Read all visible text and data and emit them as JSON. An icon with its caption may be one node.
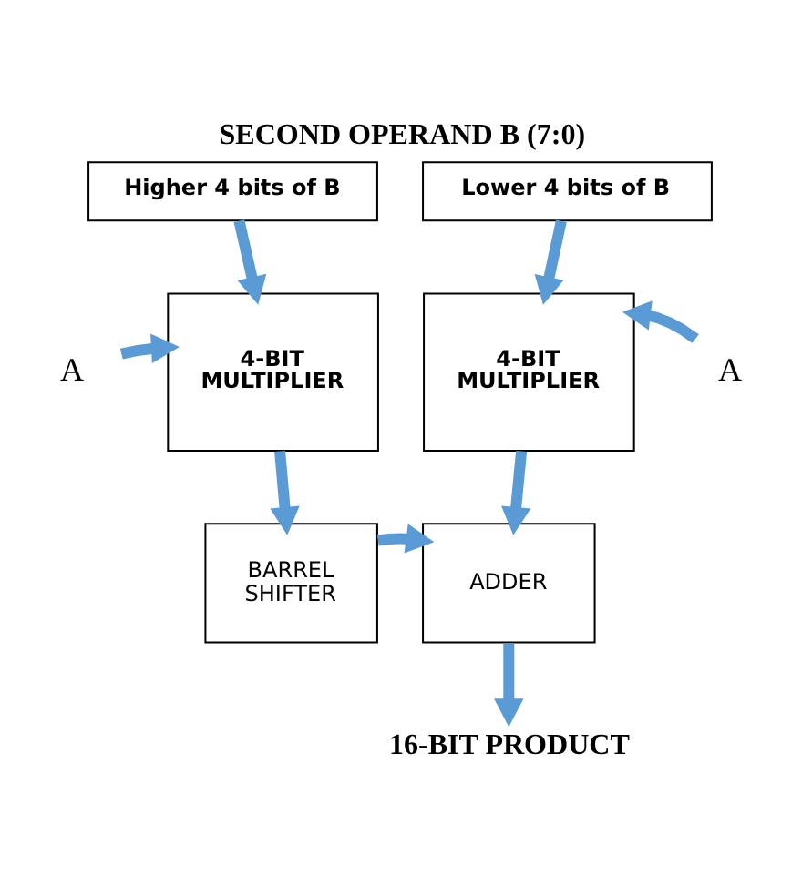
{
  "diagram": {
    "title": "SECOND OPERAND B (7:0)",
    "nodes": [
      {
        "text": [
          "Higher 4 bits of B"
        ]
      },
      {
        "text": [
          "Lower 4 bits of B"
        ]
      },
      {
        "text": [
          "A"
        ]
      },
      {
        "text": [
          "4-BIT MULTIPLIER"
        ]
      },
      {
        "text": [
          "4-BIT MULTIPLIER"
        ]
      },
      {
        "text": [
          "A"
        ]
      },
      {
        "text": [
          "BARREL SHIFTER"
        ]
      },
      {
        "text": [
          "ADDER"
        ]
      },
      {
        "text": [
          "16-BIT PRODUCT"
        ]
      }
    ],
    "edges": [
      {
        "from": 0,
        "to": 3,
        "arrow": "to"
      },
      {
        "from": 1,
        "to": 4,
        "arrow": "to"
      },
      {
        "from": 2,
        "to": 3,
        "arrow": "to"
      },
      {
        "from": 5,
        "to": 4,
        "arrow": "to"
      },
      {
        "from": 3,
        "to": 6,
        "arrow": "to"
      },
      {
        "from": 4,
        "to": 7,
        "arrow": "to"
      },
      {
        "from": 6,
        "to": 7,
        "arrow": "to"
      },
      {
        "from": 7,
        "to": 8,
        "arrow": "to"
      }
    ]
  }
}
